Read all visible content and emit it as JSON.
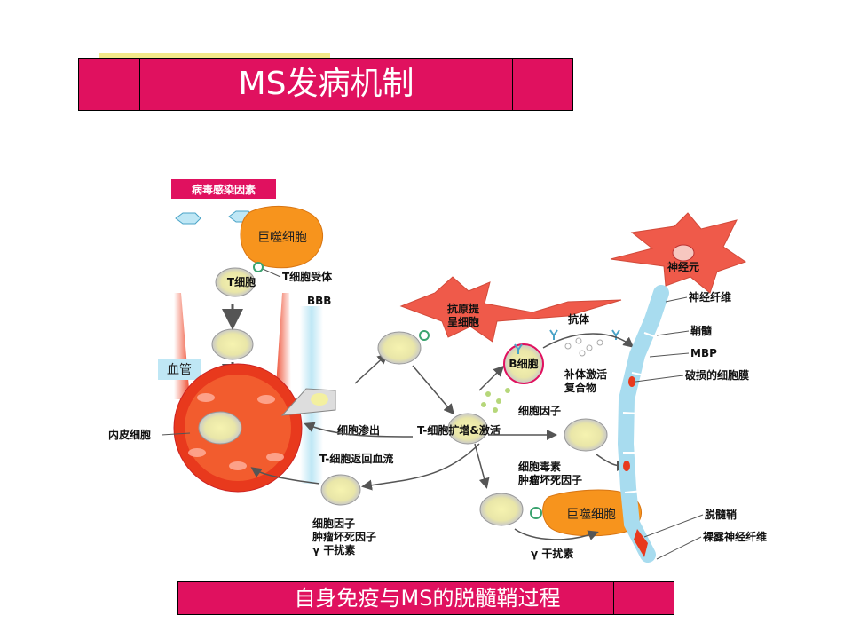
{
  "slide": {
    "title": "MS发病机制",
    "caption": "自身免疫与MS的脱髓鞘过程"
  },
  "diagram": {
    "virus_box": "病毒感染因素",
    "macrophage_top": "巨噬细胞",
    "t_cell": "T细胞",
    "t_receptor": "T细胞受体",
    "bbb": "BBB",
    "blood_vessel": "血管",
    "endothelial": "内皮细胞",
    "cell_exudation": "细胞渗出",
    "t_return": "T-细胞返回血流",
    "cytokine_left": [
      "细胞因子",
      "肿瘤坏死因子",
      "γ 干扰素"
    ],
    "apc": [
      "抗原提",
      "呈细胞"
    ],
    "t_proliferation": "T-细胞扩增&激活",
    "antibody": "抗体",
    "b_cell": "B细胞",
    "complement": [
      "补体激活",
      "复合物"
    ],
    "cytokine_mid": "细胞因子",
    "cytotoxin": [
      "细胞毒素",
      "肿瘤坏死因子"
    ],
    "macrophage_bottom": "巨噬细胞",
    "ifn_bottom": "γ 干扰素",
    "neuron": "神经元",
    "nerve_fiber": "神经纤维",
    "myelin": "鞘髓",
    "mbp": "MBP",
    "damaged_membrane": "破损的细胞膜",
    "demyelination": "脱髓鞘",
    "bare_fiber": "裸露神经纤维"
  },
  "colors": {
    "banner": "#e0115f",
    "macrophage": "#f7941d",
    "vessel_red": "#e8391d",
    "neuron_red": "#ef5a4a",
    "axon_blue": "#a8dcef",
    "cell_yellow": "#f3f0a0",
    "receptor_green": "#3aa36f"
  }
}
